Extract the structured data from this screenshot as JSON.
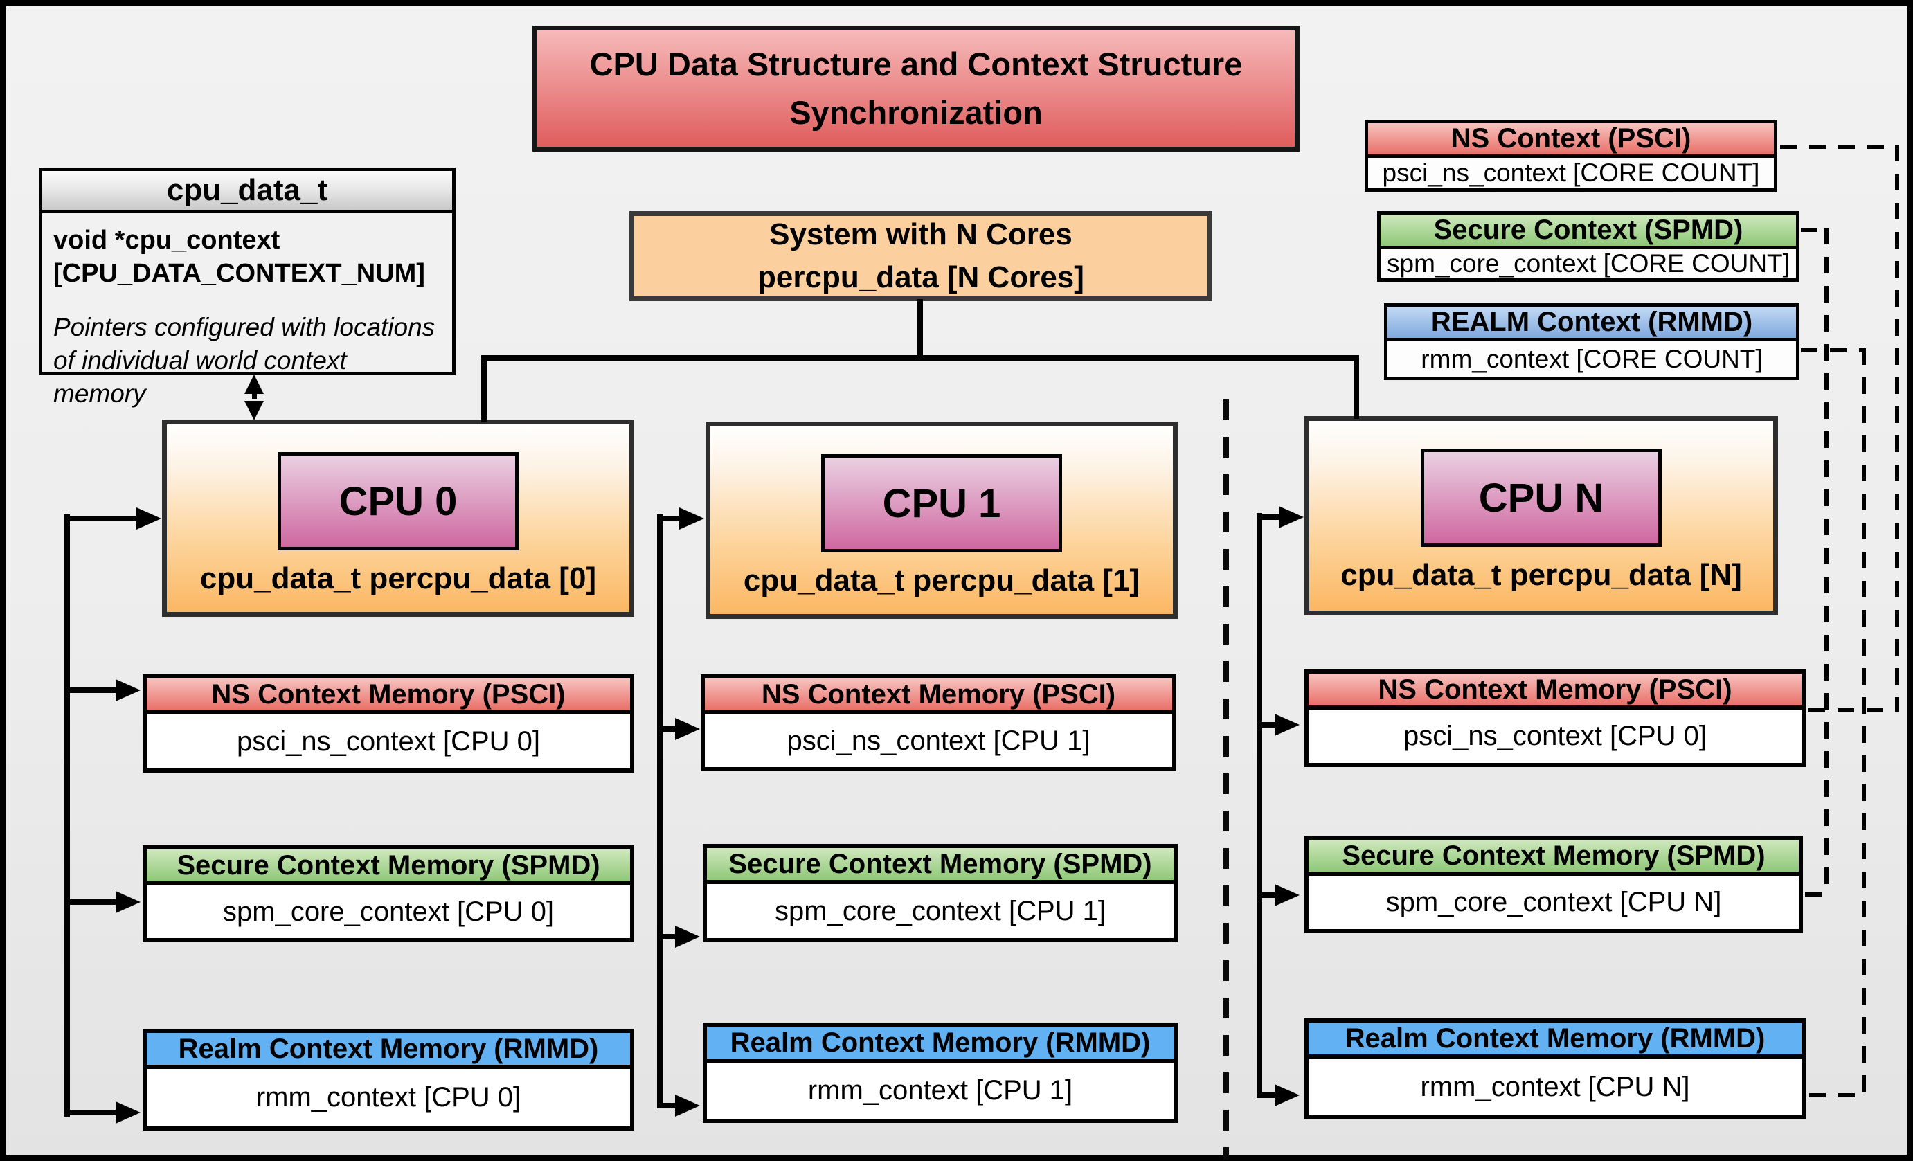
{
  "title": {
    "line1": "CPU Data Structure and Context Structure",
    "line2": "Synchronization"
  },
  "cpu_data_struct": {
    "header": "cpu_data_t",
    "field_line1": "void  *cpu_context",
    "field_line2": "[CPU_DATA_CONTEXT_NUM]",
    "note_line1": "Pointers configured with locations",
    "note_line2": "of individual world context memory"
  },
  "system_box": {
    "line1": "System with N Cores",
    "line2": "percpu_data [N Cores]"
  },
  "legend": {
    "ns": {
      "header": "NS Context  (PSCI)",
      "body": "psci_ns_context [CORE COUNT]"
    },
    "secure": {
      "header": "Secure Context (SPMD)",
      "body": "spm_core_context [CORE COUNT]"
    },
    "realm": {
      "header": "REALM Context (RMMD)",
      "body": "rmm_context [CORE COUNT]"
    }
  },
  "cpus": [
    {
      "name": "CPU 0",
      "caption": "cpu_data_t percpu_data [0]",
      "ns_header": "NS Context Memory (PSCI)",
      "ns_body": "psci_ns_context [CPU 0]",
      "secure_header": "Secure Context Memory (SPMD)",
      "secure_body": "spm_core_context [CPU 0]",
      "realm_header": "Realm Context Memory (RMMD)",
      "realm_body": "rmm_context [CPU 0]"
    },
    {
      "name": "CPU 1",
      "caption": "cpu_data_t percpu_data [1]",
      "ns_header": "NS Context Memory (PSCI)",
      "ns_body": "psci_ns_context [CPU 1]",
      "secure_header": "Secure Context Memory (SPMD)",
      "secure_body": "spm_core_context [CPU 1]",
      "realm_header": "Realm Context Memory (RMMD)",
      "realm_body": "rmm_context [CPU 1]"
    },
    {
      "name": "CPU N",
      "caption": "cpu_data_t percpu_data [N]",
      "ns_header": "NS Context Memory (PSCI)",
      "ns_body": "psci_ns_context [CPU 0]",
      "secure_header": "Secure Context Memory (SPMD)",
      "secure_body": "spm_core_context [CPU N]",
      "realm_header": "Realm Context Memory (RMMD)",
      "realm_body": "rmm_context [CPU N]"
    }
  ],
  "colors": {
    "title_gradient_top": "#f6b9b9",
    "title_gradient_bottom": "#e05d5d",
    "ns_header_top": "#f7c3bf",
    "ns_header_bottom": "#e96f68",
    "secure_header_top": "#cfe8bd",
    "secure_header_bottom": "#8fc878",
    "realm_header": "#62b1f2",
    "realm_legend_top": "#c3d9f4",
    "realm_legend_bottom": "#7fa9de",
    "cpu_chip_top": "#ead0e2",
    "cpu_chip_bottom": "#cf68a0",
    "system_bg": "#fbcf9e"
  }
}
